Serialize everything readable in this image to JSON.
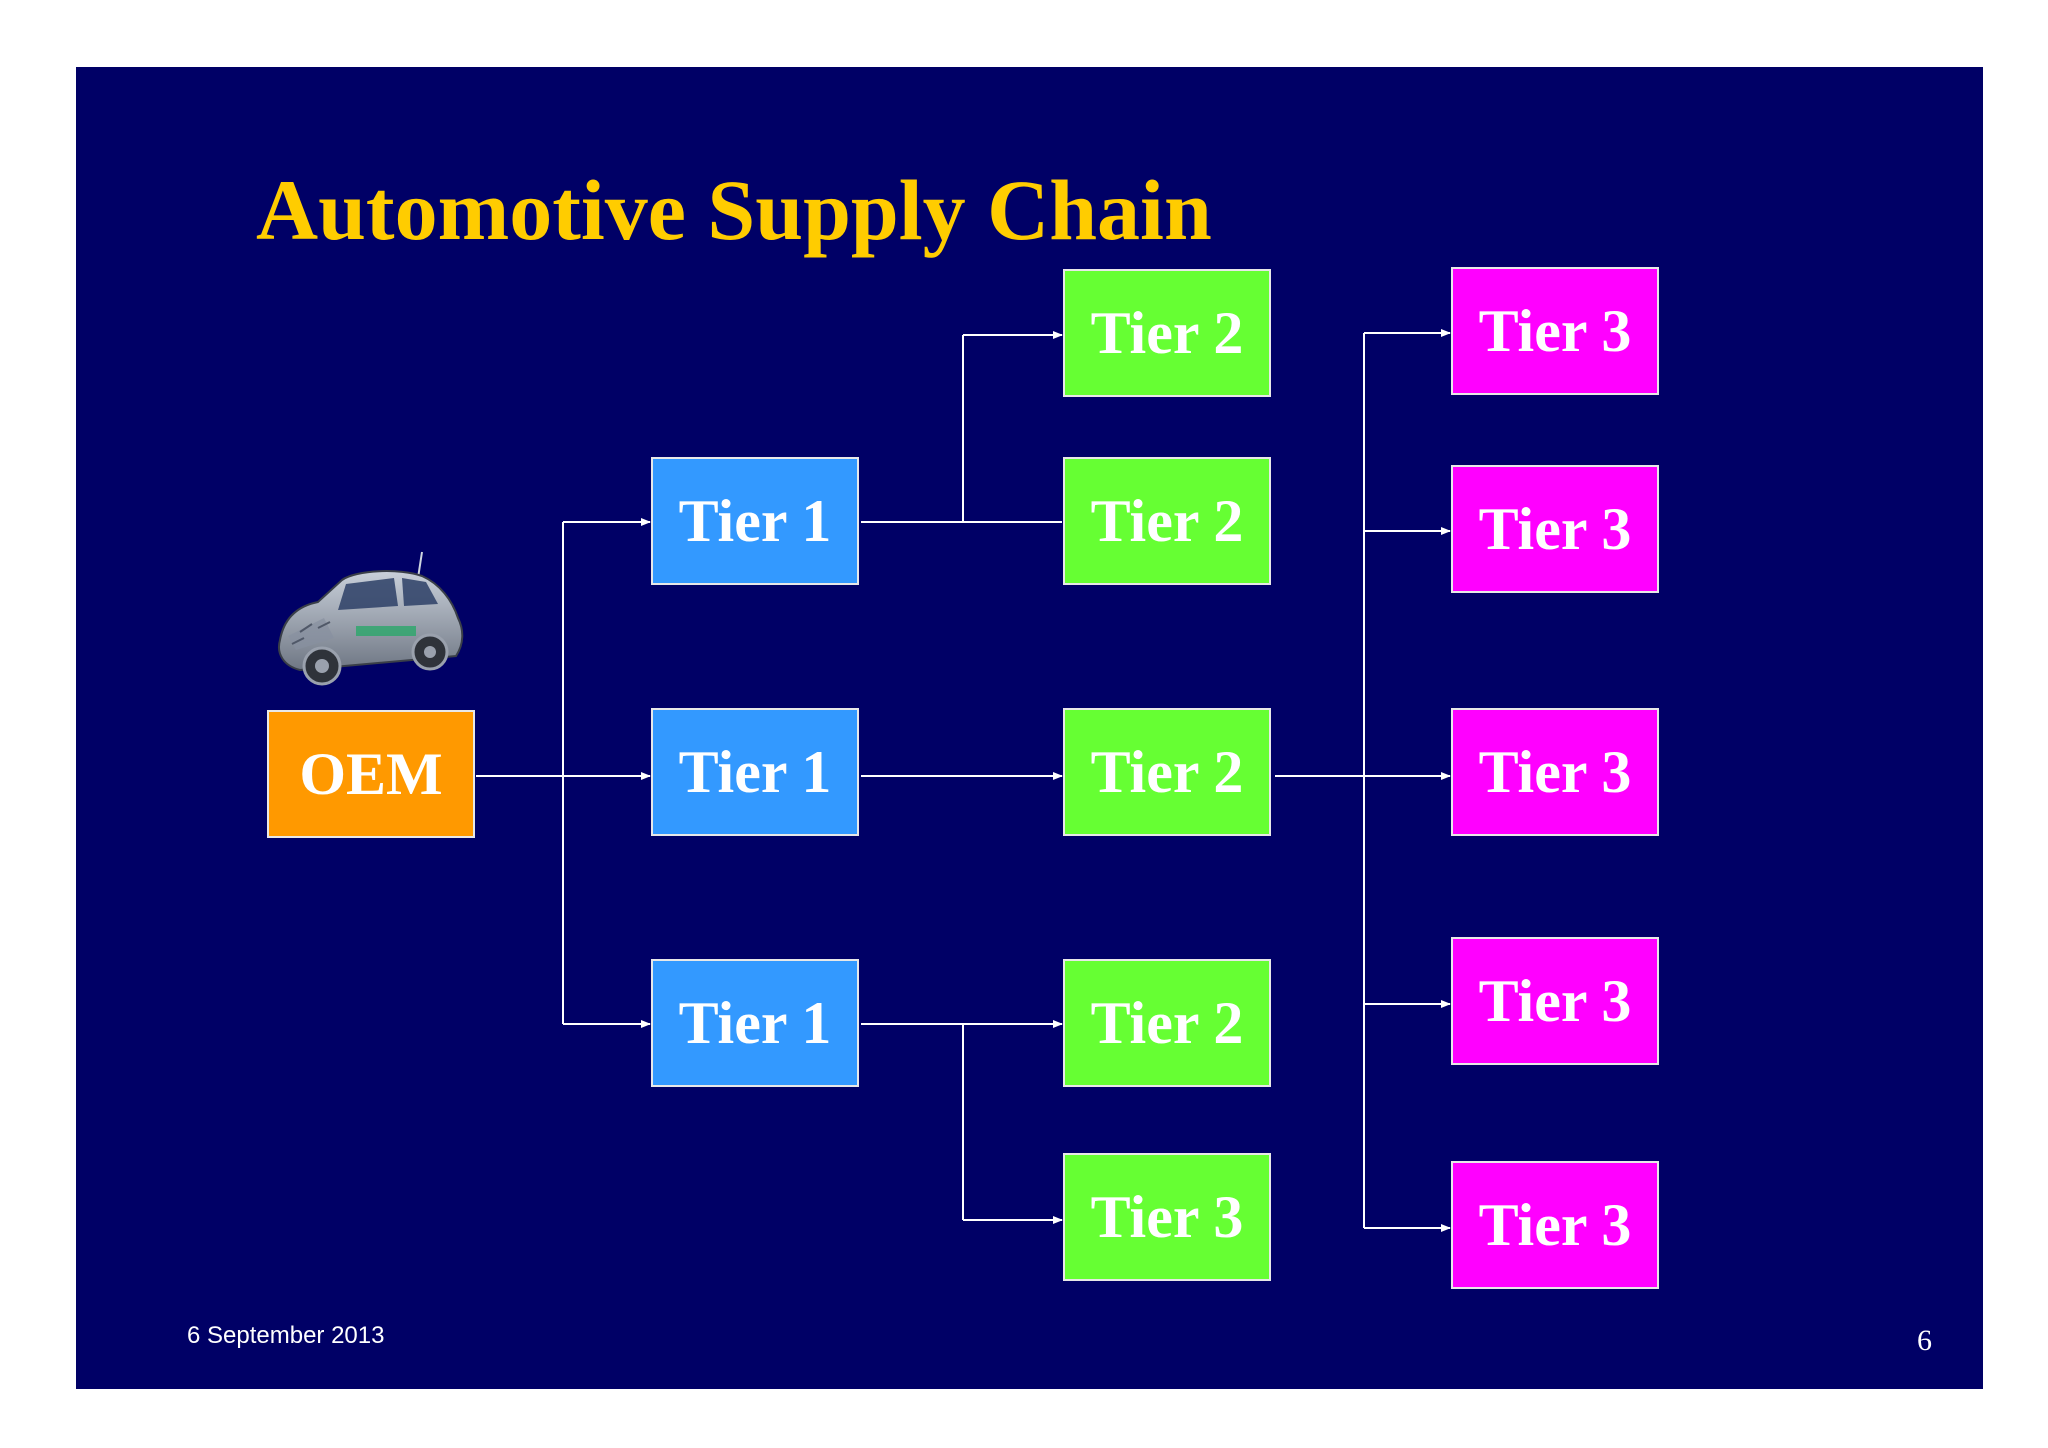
{
  "slide": {
    "title": "Automotive Supply Chain",
    "footer_date": "6 September 2013",
    "page_number": "6"
  },
  "colors": {
    "background": "#000066",
    "title": "#ffcc00",
    "oem": "#ff9900",
    "tier1": "#3399ff",
    "tier2": "#66ff33",
    "tier3": "#ff00ff",
    "connector": "#ffffff"
  },
  "images": {
    "car": "car-cutaway-icon"
  },
  "nodes": {
    "oem": "OEM",
    "tier1_top": "Tier 1",
    "tier1_middle": "Tier 1",
    "tier1_bottom": "Tier 1",
    "tier2_a": "Tier 2",
    "tier2_b": "Tier 2",
    "tier2_c": "Tier 2",
    "tier2_d": "Tier 2",
    "tier3_green": "Tier 3",
    "tier3_a": "Tier 3",
    "tier3_b": "Tier 3",
    "tier3_c": "Tier 3",
    "tier3_d": "Tier 3",
    "tier3_e": "Tier 3"
  }
}
